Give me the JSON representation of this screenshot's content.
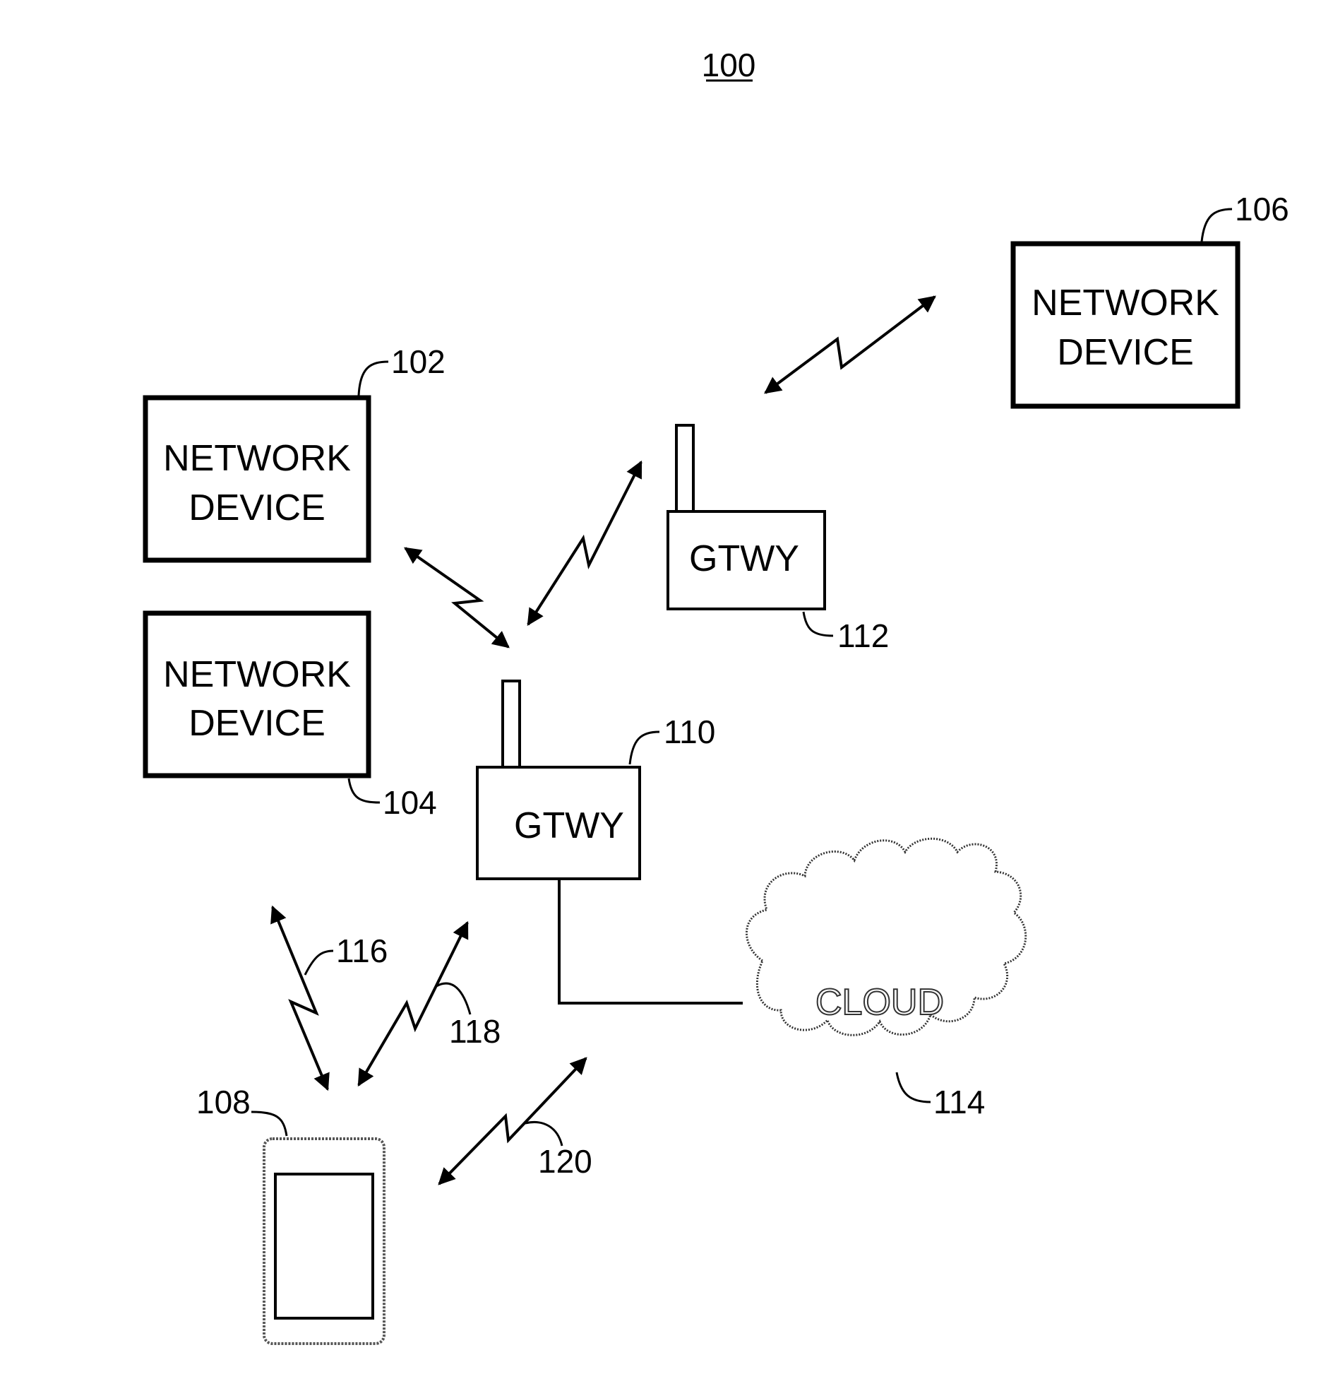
{
  "figure_number": "100",
  "devices": {
    "nd_102": {
      "line1": "NETWORK",
      "line2": "DEVICE",
      "ref": "102"
    },
    "nd_104": {
      "line1": "NETWORK",
      "line2": "DEVICE",
      "ref": "104"
    },
    "nd_106": {
      "line1": "NETWORK",
      "line2": "DEVICE",
      "ref": "106"
    }
  },
  "gateways": {
    "gw_110": {
      "label": "GTWY",
      "ref": "110"
    },
    "gw_112": {
      "label": "GTWY",
      "ref": "112"
    }
  },
  "cloud": {
    "label": "CLOUD",
    "ref": "114"
  },
  "mobile": {
    "ref": "108"
  },
  "links": {
    "l116": {
      "ref": "116"
    },
    "l118": {
      "ref": "118"
    },
    "l120": {
      "ref": "120"
    }
  }
}
